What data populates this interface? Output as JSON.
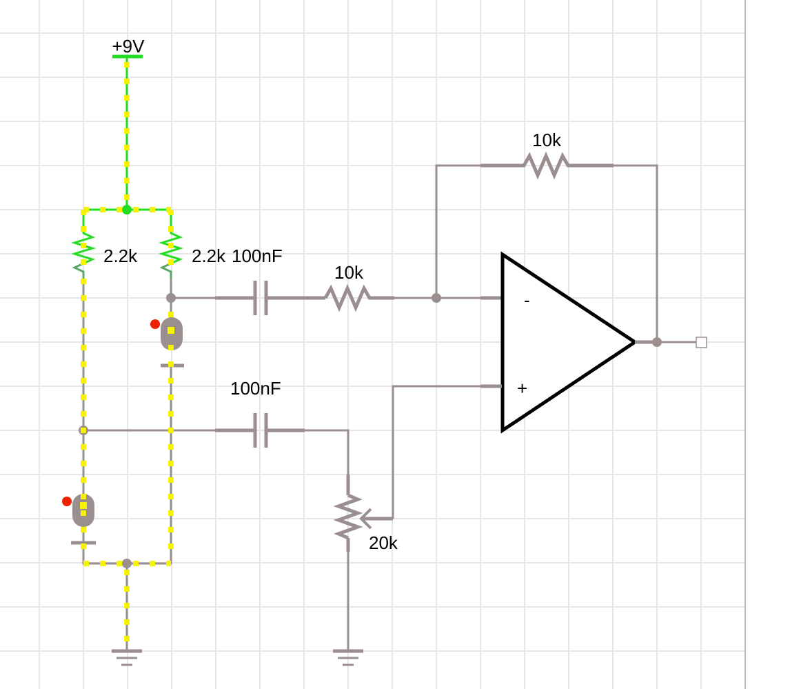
{
  "labels": {
    "supply": "+9V",
    "r_left": "2.2k",
    "r_right": "2.2k",
    "c_top": "100nF",
    "c_bottom": "100nF",
    "r_input": "10k",
    "r_feedback": "10k",
    "pot": "20k",
    "opamp_minus": "-",
    "opamp_plus": "+"
  },
  "colors": {
    "wire": "#9a8e8e",
    "active_wire": "#22dd22",
    "current_dots": "#f4f400",
    "probe_dot": "#ee2200",
    "grid": "#e6e6ea",
    "opamp": "#000000"
  }
}
